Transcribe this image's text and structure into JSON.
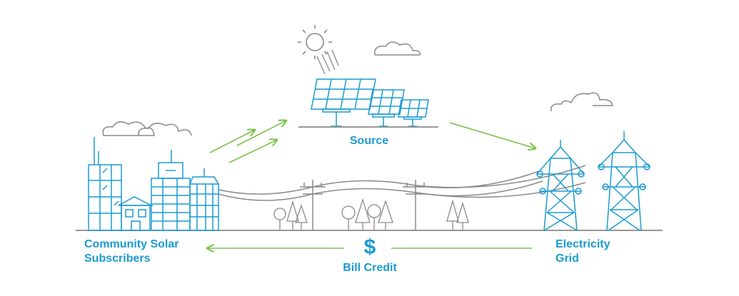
{
  "labels": {
    "source": "Source",
    "community_line1": "Community Solar",
    "community_line2": "Subscribers",
    "grid_line1": "Electricity",
    "grid_line2": "Grid",
    "currency_symbol": "$",
    "bill_credit": "Bill Credit"
  },
  "colors": {
    "line_art": "#8a8a8a",
    "accent_blue": "#1b9bd1",
    "arrow_green": "#7cc04b"
  },
  "icons": [
    "sun-icon",
    "cloud-icon",
    "solar-panel-icon",
    "building-icon",
    "house-icon",
    "tree-icon",
    "utility-pole-icon",
    "transmission-tower-icon",
    "arrow-icon"
  ]
}
